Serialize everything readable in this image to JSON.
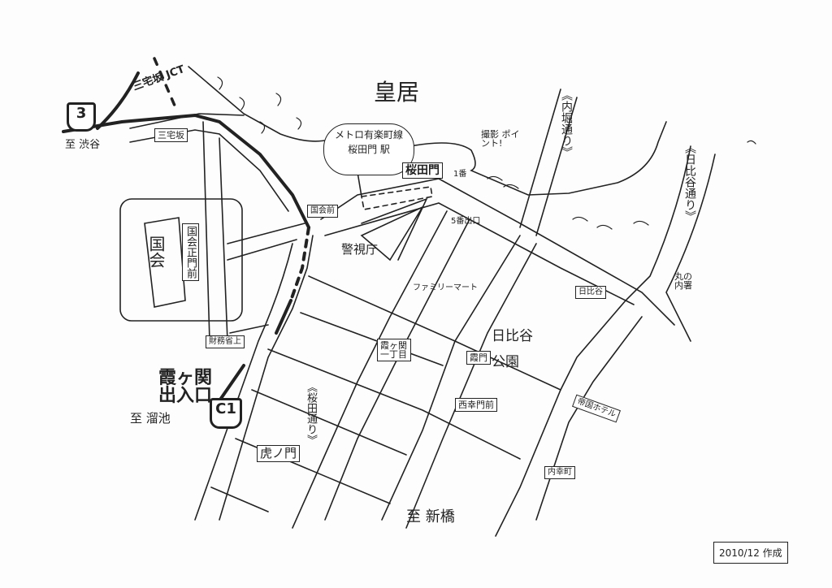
{
  "map": {
    "palace": "皇居",
    "junction": "三宅坂 JCT",
    "route3_sign": "3",
    "routeC1_sign": "C1",
    "to_shibuya": "至 渋谷",
    "to_tameike": "至 溜池",
    "to_shinbashi": "至 新橋",
    "kasumigaseki_exit": "霞ヶ関 出入口",
    "metro_station": [
      "メトロ有楽町線",
      "桜田門 駅"
    ],
    "photo_point": "撮影 ポイント!",
    "exit5": "5番出口",
    "exit1": "1番",
    "police_hq": "警視庁",
    "family_mart": "ファミリーマート",
    "hibiya_park": "日比谷 公園",
    "diet": "国会",
    "uchibori_dori": "《内堀通り》",
    "hibiya_dori": "《日比谷通り》",
    "sakurada_dori": "《桜田通り》",
    "marunouchi_police": "丸の内署",
    "intersections": {
      "miyakezaka": "三宅坂",
      "kokkai_mae": "国会前",
      "kokkai_seimon": "国会正門前",
      "sakuradamon": "桜田門",
      "zaimusho_ue": "財務省上",
      "kasumigaseki_1": "霞ヶ関一丁目",
      "kasumon": "霞門",
      "nishi_saiwaimon": "西幸門前",
      "toranomon": "虎ノ門",
      "hibiya": "日比谷",
      "imperial_hotel": "帝国ホテル",
      "uchisaiwaicho": "内幸町"
    }
  },
  "footer": "2010/12 作成"
}
